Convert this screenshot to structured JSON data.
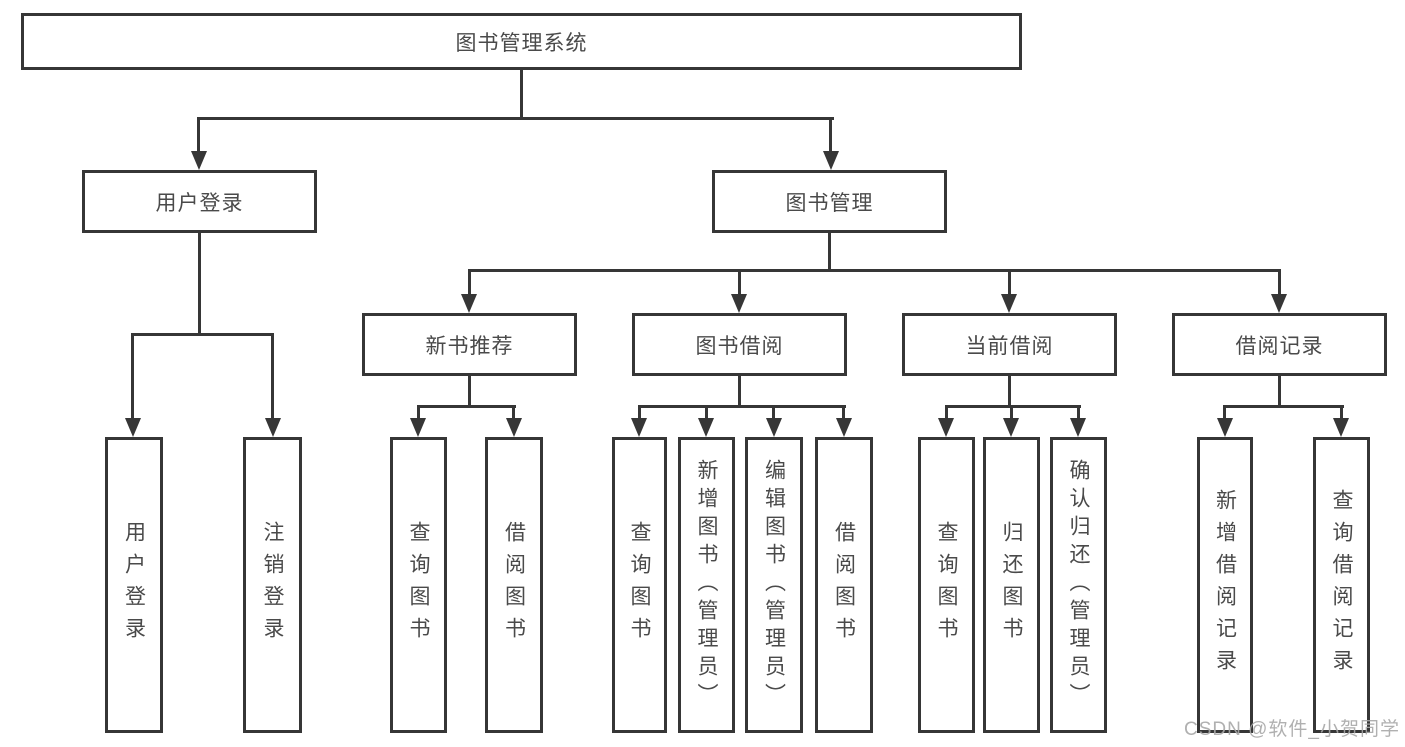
{
  "colors": {
    "line": "#363636",
    "text": "#4a4a4a",
    "background": "#ffffff",
    "watermark": "#a8a8a8"
  },
  "watermark": "CSDN @软件_小贺同学",
  "tree": {
    "label": "图书管理系统",
    "children": [
      {
        "label": "用户登录",
        "children": [
          {
            "label": "用户登录"
          },
          {
            "label": "注销登录"
          }
        ]
      },
      {
        "label": "图书管理",
        "children": [
          {
            "label": "新书推荐",
            "children": [
              {
                "label": "查询图书"
              },
              {
                "label": "借阅图书"
              }
            ]
          },
          {
            "label": "图书借阅",
            "children": [
              {
                "label": "查询图书"
              },
              {
                "label": "新增图书（管理员）"
              },
              {
                "label": "编辑图书（管理员）"
              },
              {
                "label": "借阅图书"
              }
            ]
          },
          {
            "label": "当前借阅",
            "children": [
              {
                "label": "查询图书"
              },
              {
                "label": "归还图书"
              },
              {
                "label": "确认归还（管理员）"
              }
            ]
          },
          {
            "label": "借阅记录",
            "children": [
              {
                "label": "新增借阅记录"
              },
              {
                "label": "查询借阅记录"
              }
            ]
          }
        ]
      }
    ]
  }
}
